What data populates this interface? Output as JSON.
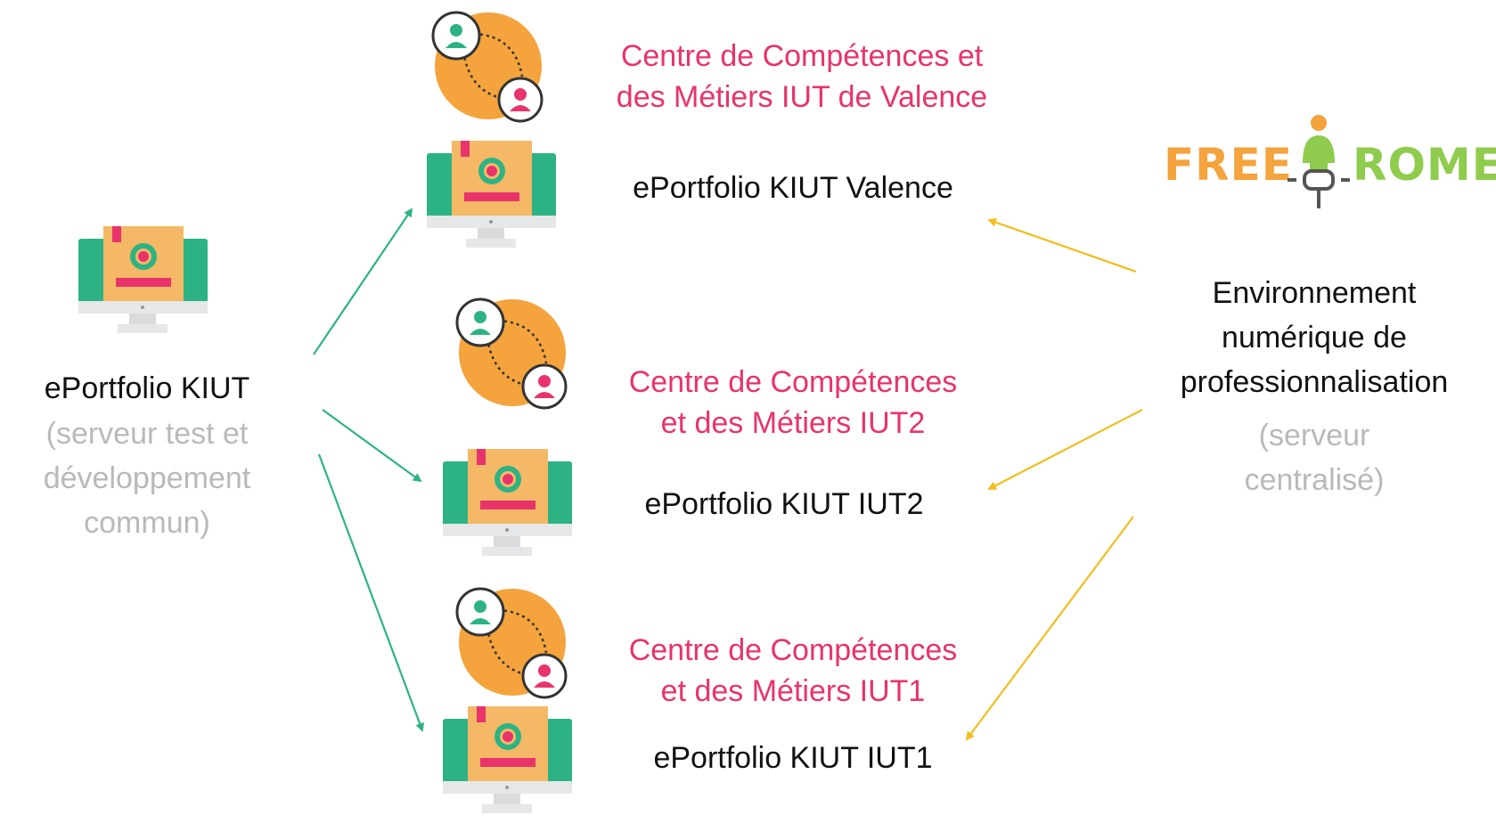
{
  "left_node": {
    "title": "ePortfolio KIUT",
    "subtitle_lines": [
      "(serveur test et",
      "développement",
      "commun)"
    ]
  },
  "instances": [
    {
      "centre_lines": [
        "Centre de Compétences et",
        "des Métiers IUT de Valence"
      ],
      "portfolio": "ePortfolio KIUT Valence"
    },
    {
      "centre_lines": [
        "Centre de Compétences",
        "et des Métiers IUT2"
      ],
      "portfolio": "ePortfolio KIUT IUT2"
    },
    {
      "centre_lines": [
        "Centre de Compétences",
        "et des Métiers IUT1"
      ],
      "portfolio": "ePortfolio KIUT IUT1"
    }
  ],
  "right_node": {
    "logo_left": "FREE",
    "logo_right": "ROME",
    "title_lines": [
      "Environnement",
      "numérique de",
      "professionnalisation"
    ],
    "subtitle_lines": [
      "(serveur",
      "centralisé)"
    ]
  },
  "colors": {
    "text": "#111111",
    "muted": "#b9b9b9",
    "accent_pink": "#e8336b",
    "arrow_green": "#2db383",
    "arrow_yellow": "#f2bd1d",
    "logo_orange": "#f4a33d",
    "logo_green": "#8fcc4d"
  },
  "icons": {
    "monitor": "portfolio-monitor-icon",
    "gears": "competence-gears-icon",
    "logo_figure": "freerome-figure-icon"
  }
}
